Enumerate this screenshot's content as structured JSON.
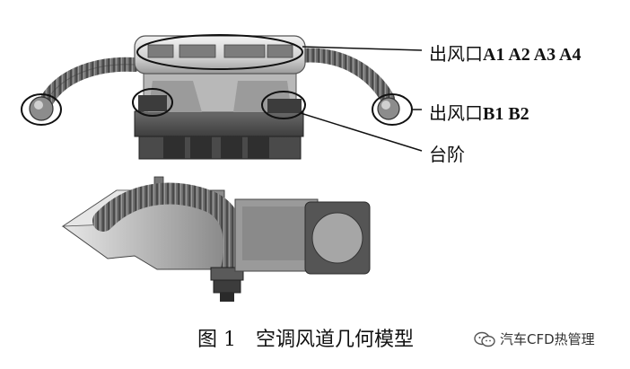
{
  "labels": {
    "outlet_a_prefix": "出风口",
    "outlet_a_codes": "A1  A2  A3  A4",
    "outlet_b_prefix": "出风口",
    "outlet_b_codes": "B1 B2",
    "step": "台阶"
  },
  "caption": "图 1　空调风道几何模型",
  "watermark": "汽车CFD热管理",
  "colors": {
    "ink": "#111111",
    "body_light": "#d9d9d9",
    "body_mid": "#a8a8a8",
    "body_dark": "#5e5e5e",
    "hose": "#7a7a7a"
  },
  "icons": {
    "watermark_icon": "wechat-logo-icon"
  }
}
